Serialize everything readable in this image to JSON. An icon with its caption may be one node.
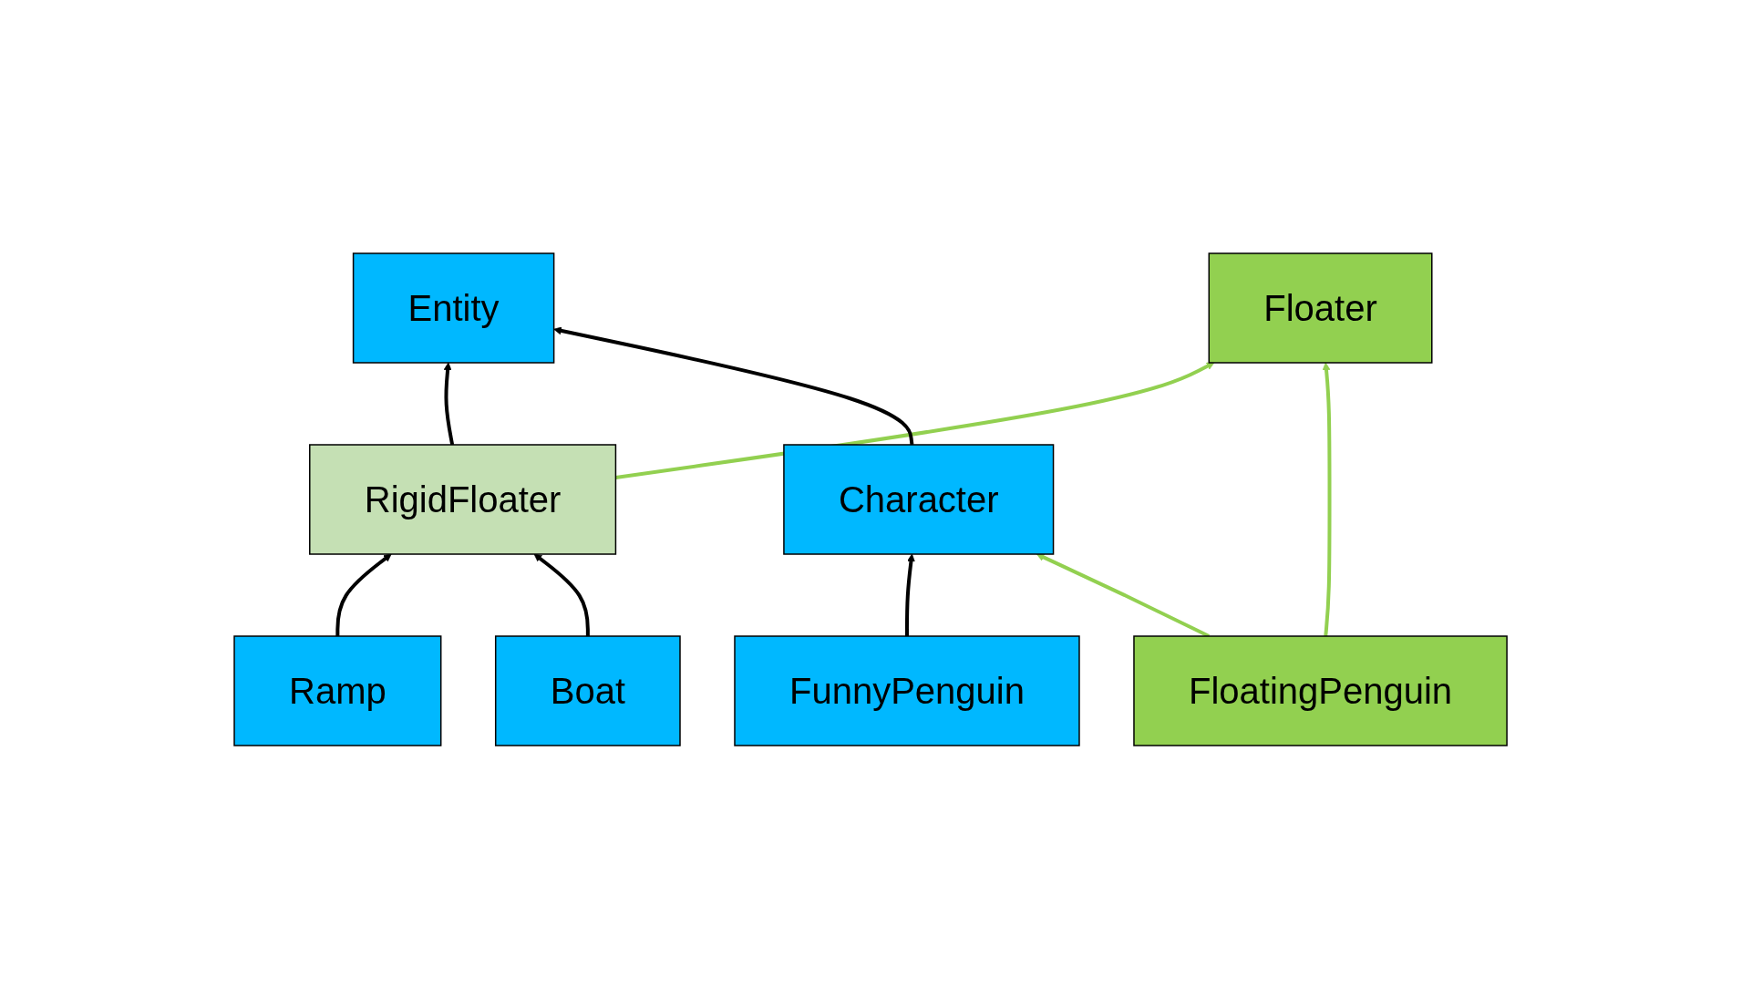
{
  "diagram": {
    "nodes": [
      {
        "text": [
          "Entity"
        ]
      },
      {
        "text": [
          "Floater"
        ]
      },
      {
        "text": [
          "RigidFloater"
        ]
      },
      {
        "text": [
          "Character"
        ]
      },
      {
        "text": [
          "Ramp"
        ]
      },
      {
        "text": [
          "Boat"
        ]
      },
      {
        "text": [
          "FunnyPenguin"
        ]
      },
      {
        "text": [
          "FloatingPenguin"
        ]
      }
    ],
    "edges": [
      {
        "from": 2,
        "to": 0,
        "arrow": "to"
      },
      {
        "from": 2,
        "to": 1,
        "arrow": "to",
        "color": "#92d050"
      },
      {
        "from": 3,
        "to": 0,
        "arrow": "to"
      },
      {
        "from": 4,
        "to": 2,
        "arrow": "to"
      },
      {
        "from": 5,
        "to": 2,
        "arrow": "to"
      },
      {
        "from": 6,
        "to": 3,
        "arrow": "to"
      },
      {
        "from": 7,
        "to": 3,
        "arrow": "to",
        "color": "#92d050"
      },
      {
        "from": 7,
        "to": 1,
        "arrow": "to",
        "color": "#92d050"
      }
    ]
  }
}
